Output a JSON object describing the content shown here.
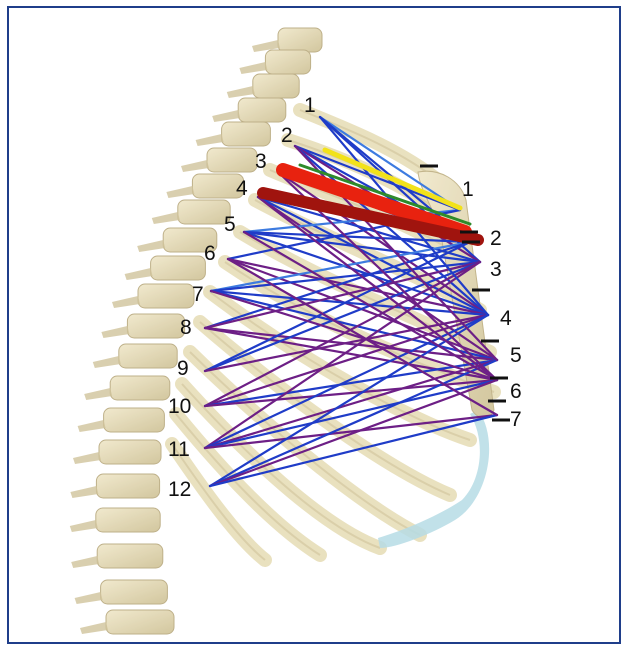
{
  "vertebra_labels": [
    "1",
    "2",
    "3",
    "4",
    "5",
    "6",
    "7",
    "8",
    "9",
    "10",
    "11",
    "12"
  ],
  "sternum_labels": [
    "1",
    "2",
    "3",
    "4",
    "5",
    "6",
    "7"
  ],
  "colors": {
    "frame": "#1f3e8a",
    "blue": "#1f3cc8",
    "light_blue": "#3d7be0",
    "purple": "#6d1f86",
    "red": "#e8220f",
    "dark_red": "#a0140e",
    "yellow": "#f2e21a",
    "green": "#2f8a2a",
    "bone": "#e6dcb5",
    "bone_shadow": "#c8b98a",
    "cartilage": "#a9d6e0"
  }
}
